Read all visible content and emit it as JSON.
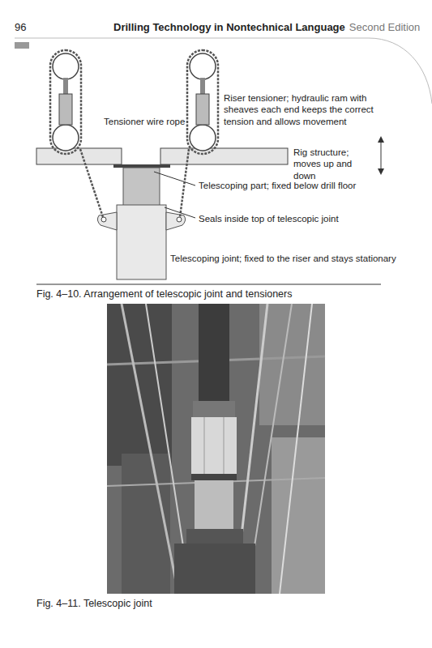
{
  "diagram": {
    "caption": "Fig. 4–10. Arrangement of telescopic joint and tensioners",
    "labels": [
      "96",
      "Drilling Technology in Nontechnical Language",
      "Second Edition",
      "Tensioner wire rope",
      "Riser tensioner; hydraulic ram with sheaves each end keeps the correct tension and allows movement",
      "Rig structure; moves up and down",
      "Telescoping part; fixed below drill floor",
      "Seals inside top of telescopic joint",
      "Telescoping joint; fixed to the riser and stays stationary",
      "Fig. 4–11. Telescopic joint"
    ]
  }
}
